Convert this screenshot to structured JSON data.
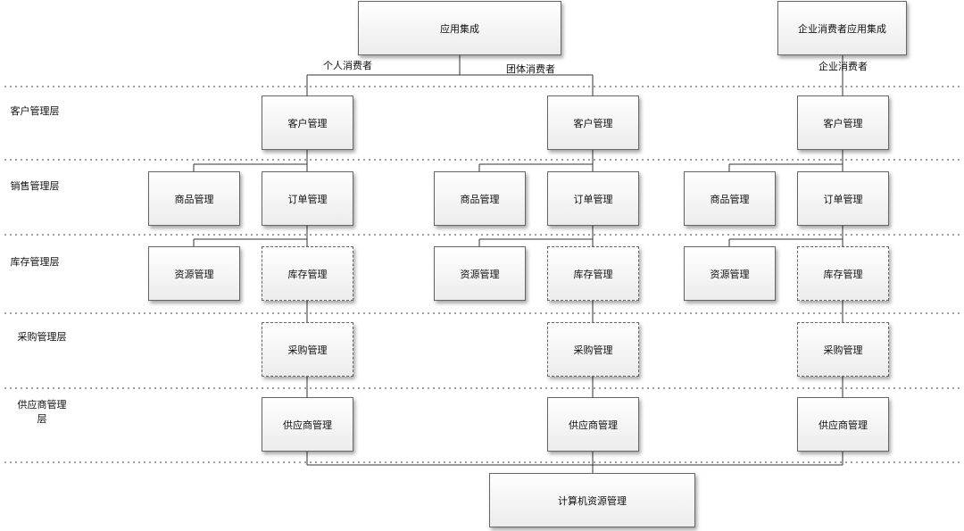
{
  "top": {
    "app_integration": "应用集成",
    "enterprise_app_integration": "企业消费者应用集成"
  },
  "edges": {
    "individual": "个人消费者",
    "group": "团体消费者",
    "enterprise": "企业消费者"
  },
  "layers": {
    "customer": "客户管理层",
    "sales": "销售管理层",
    "inventory": "库存管理层",
    "purchase": "采购管理层",
    "supplier_line1": "供应商管理",
    "supplier_line2": "层"
  },
  "columns": [
    {
      "customer": "客户管理",
      "product": "商品管理",
      "order": "订单管理",
      "resource": "资源管理",
      "inventory": "库存管理",
      "purchase": "采购管理",
      "supplier": "供应商管理"
    },
    {
      "customer": "客户管理",
      "product": "商品管理",
      "order": "订单管理",
      "resource": "资源管理",
      "inventory": "库存管理",
      "purchase": "采购管理",
      "supplier": "供应商管理"
    },
    {
      "customer": "客户管理",
      "product": "商品管理",
      "order": "订单管理",
      "resource": "资源管理",
      "inventory": "库存管理",
      "purchase": "采购管理",
      "supplier": "供应商管理"
    }
  ],
  "bottom": {
    "computer_resource": "计算机资源管理"
  }
}
